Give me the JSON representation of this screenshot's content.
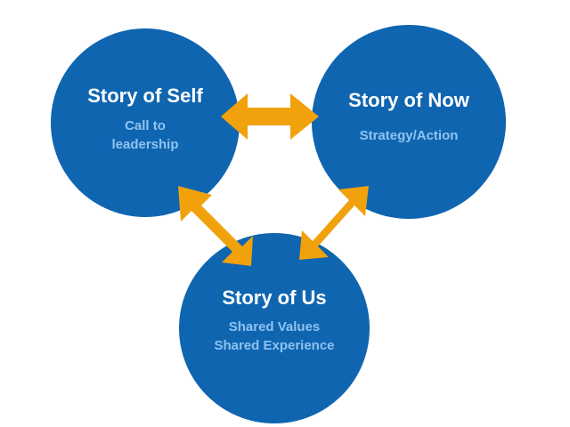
{
  "colors": {
    "circle_fill": "#0f65b0",
    "title_text": "#ffffff",
    "subtitle_text": "#8fc3f0",
    "arrow_fill": "#f0a10c",
    "background": "#ffffff"
  },
  "nodes": {
    "self": {
      "title": "Story of Self",
      "subtitle_lines": [
        "Call to",
        "leadership"
      ]
    },
    "now": {
      "title": "Story of Now",
      "subtitle_lines": [
        "Strategy/Action"
      ]
    },
    "us": {
      "title": "Story of Us",
      "subtitle_lines": [
        "Shared Values",
        "Shared Experience"
      ]
    }
  },
  "connections": [
    {
      "from": "self",
      "to": "now",
      "direction": "bidirectional"
    },
    {
      "from": "self",
      "to": "us",
      "direction": "bidirectional"
    },
    {
      "from": "now",
      "to": "us",
      "direction": "bidirectional"
    }
  ]
}
